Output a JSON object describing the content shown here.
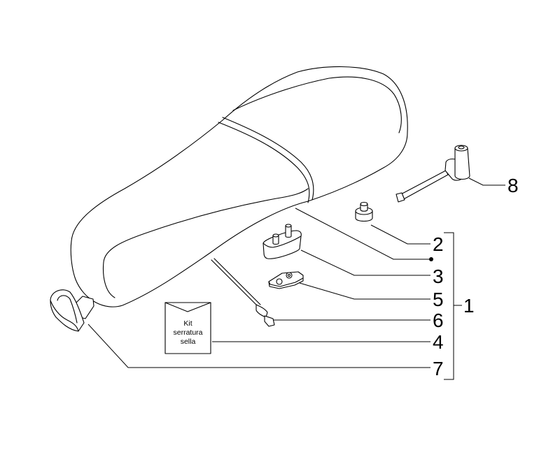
{
  "diagram": {
    "kit_label": {
      "line1": "Kit",
      "line2": "serratura",
      "line3": "sella"
    },
    "callouts": {
      "c1": "1",
      "c2": "2",
      "c3": "3",
      "c4": "4",
      "c5": "5",
      "c6": "6",
      "c7": "7",
      "c8": "8"
    }
  }
}
